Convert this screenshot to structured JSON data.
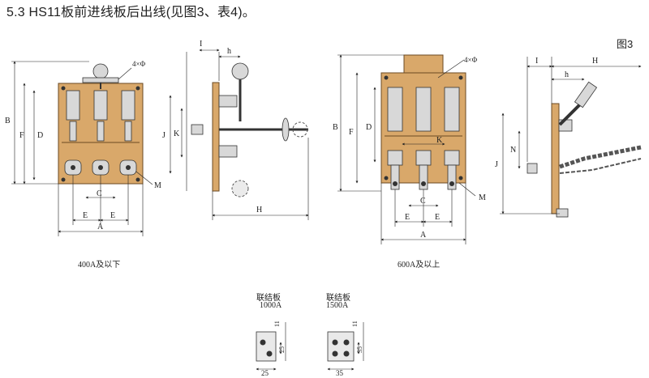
{
  "heading": "5.3 HS11板前进线板后出线(见图3、表4)。",
  "figure_label": "图3",
  "left_diagram": {
    "caption": "400A及以下",
    "dims": {
      "A": "A",
      "B": "B",
      "C": "C",
      "D": "D",
      "E1": "E",
      "E2": "E",
      "F": "F",
      "M": "M",
      "hole": "4×Φ"
    }
  },
  "left_side": {
    "dims": {
      "I": "I",
      "h": "h",
      "J": "J",
      "K": "K",
      "H": "H"
    }
  },
  "right_diagram": {
    "caption": "600A及以上",
    "dims": {
      "A": "A",
      "B": "B",
      "C": "C",
      "D": "D",
      "E1": "E",
      "E2": "E",
      "F": "F",
      "K": "K",
      "M": "M",
      "hole": "4×Φ"
    }
  },
  "right_side": {
    "dims": {
      "I": "I",
      "H": "H",
      "h": "h",
      "J": "J",
      "N": "N"
    }
  },
  "link_plates": [
    {
      "title": "联结板",
      "rating": "1000A",
      "dim_top": "11",
      "dim_side": "25",
      "dim_bottom": "25"
    },
    {
      "title": "联结板",
      "rating": "1500A",
      "dim_top": "11",
      "dim_side": "35",
      "dim_bottom": "35"
    }
  ],
  "colors": {
    "plate": "#d9a86a",
    "edge": "#6b4a23"
  }
}
